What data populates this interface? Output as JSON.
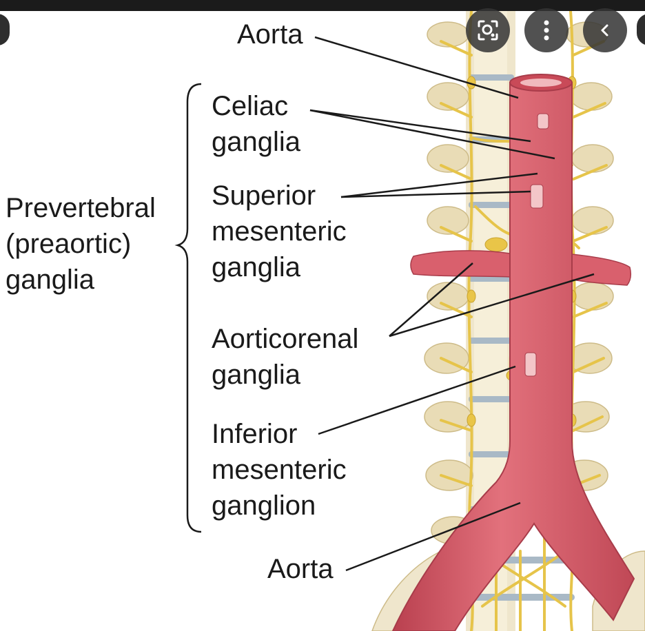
{
  "labels": {
    "aorta_top": "Aorta",
    "celiac": "Celiac\nganglia",
    "superior_mesenteric": "Superior\nmesenteric\nganglia",
    "aorticorenal": "Aorticorenal\nganglia",
    "inferior_mesenteric": "Inferior\nmesenteric\nganglion",
    "aorta_bottom": "Aorta",
    "group": "Prevertebral\n(preaortic)\nganglia"
  },
  "controls": {
    "lens_icon": "lens-search-icon",
    "more_icon": "more-vertical-icon",
    "back_icon": "chevron-left-icon"
  },
  "colors": {
    "aorta": "#d9606d",
    "nerve": "#e6c44a",
    "vertebra": "#efe6cc",
    "disc": "#a9b9c6"
  }
}
